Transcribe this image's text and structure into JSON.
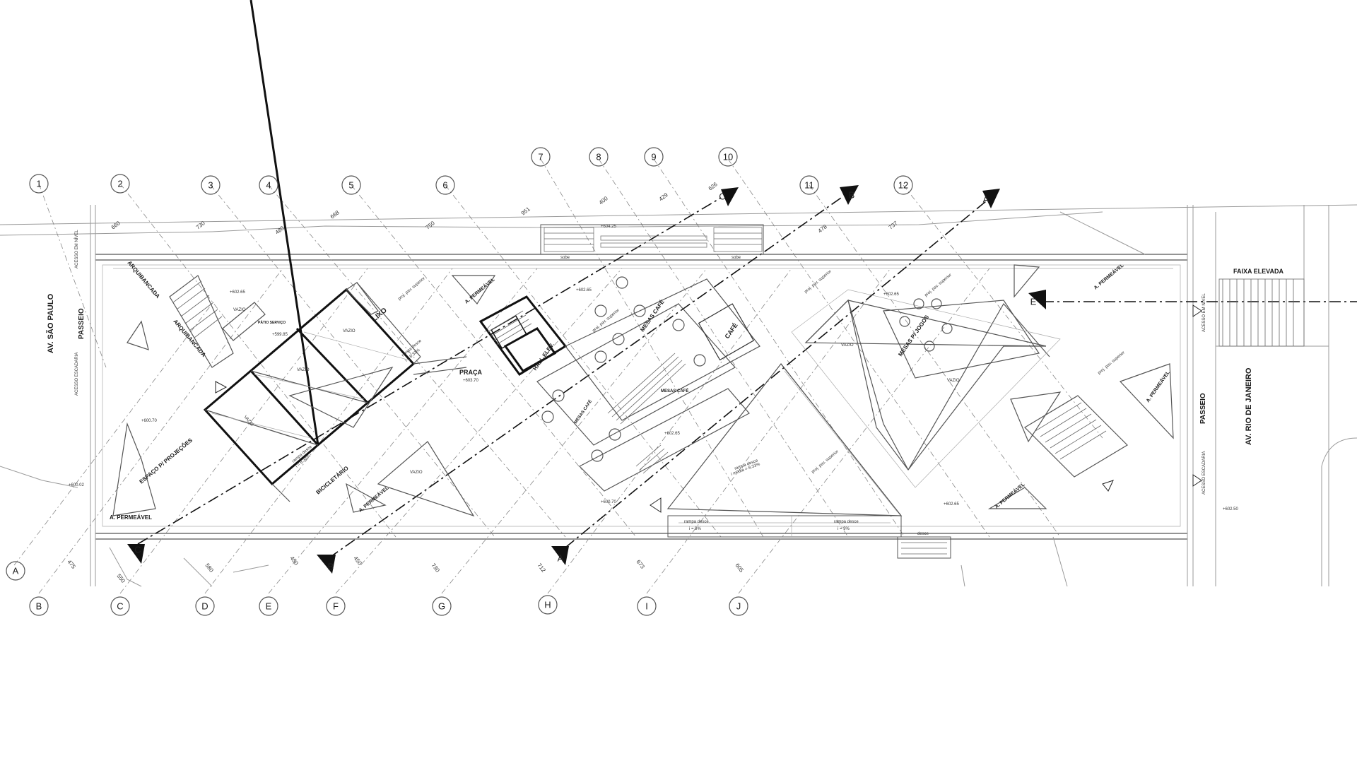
{
  "streets": {
    "left": "AV. SÃO PAULO",
    "right": "AV. RIO DE JANEIRO",
    "sidewalk": "PASSEIO",
    "crossing": "FAIXA ELEVADA"
  },
  "grid_numbers": [
    "1",
    "2",
    "3",
    "4",
    "5",
    "6",
    "7",
    "8",
    "9",
    "10",
    "11",
    "12"
  ],
  "grid_letters": [
    "A",
    "B",
    "C",
    "D",
    "E",
    "F",
    "G",
    "H",
    "I",
    "J"
  ],
  "section_marks": [
    "A",
    "B",
    "C",
    "E"
  ],
  "dimensions_top": [
    "660",
    "730",
    "480",
    "668",
    "750",
    "951",
    "400",
    "429",
    "626",
    "478",
    "737"
  ],
  "dimensions_bottom": [
    "475",
    "550",
    "580",
    "450",
    "450",
    "730",
    "712",
    "673",
    "605"
  ],
  "spaces": {
    "arquibancada_1": "ARQUIBANCADA",
    "arquibancada_2": "ARQUIBANCADA",
    "lixo": "LIXO",
    "patio_servico": "PÁTIO SERVIÇO",
    "vazio": "VAZIO",
    "praca": "PRAÇA",
    "hall_elev": "HALL ELEV.",
    "mesas_cafe": "MESAS CAFÉ",
    "cafe": "CAFÉ",
    "mesas_jogos": "MESAS P/ JOGOS",
    "bicicletario": "BICICLETÁRIO",
    "espaco_projecoes": "ESPAÇO P/ PROJEÇÕES",
    "a_permeavel": "A. PERMEÁVEL"
  },
  "levels": {
    "l1": "+602.65",
    "l2": "+599.85",
    "l3": "+600.70",
    "l4": "+600.02",
    "l5": "+604.25",
    "l6": "+602.65",
    "l7": "+602.50",
    "l8": "+603.70"
  },
  "annotations": {
    "sobe": "sobe",
    "desce": "desce",
    "rampa_desce": "rampa desce",
    "i9": "i = 9%",
    "i833": "i = 8.33%",
    "rampa_media": "i média = 8.33%",
    "proj": "proj. pav. superior",
    "acesso_nivel": "ACESSO EM NÍVEL",
    "acesso_escadaria": "ACESSO ESCADARIA"
  },
  "colors": {
    "ink": "#111111",
    "grey": "#999999",
    "bg": "#ffffff"
  }
}
